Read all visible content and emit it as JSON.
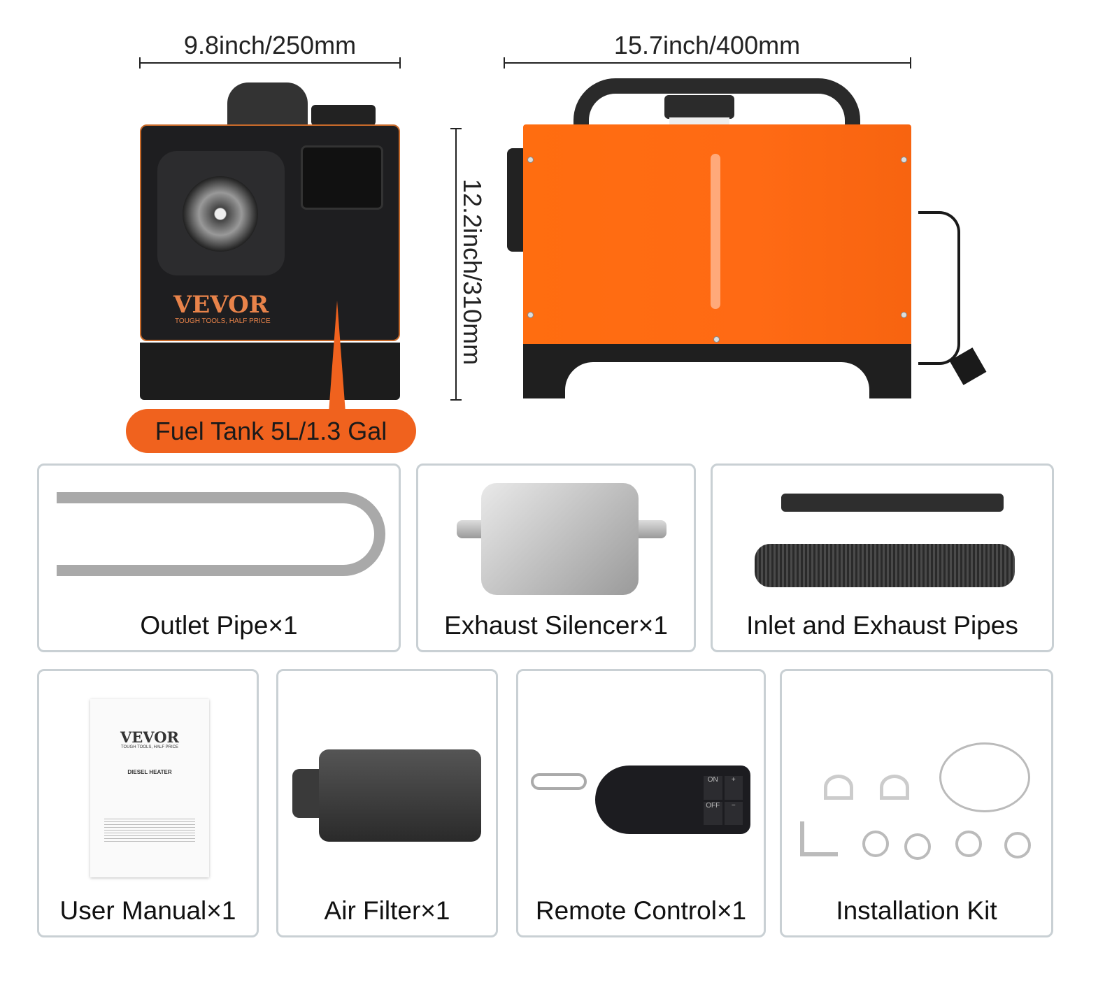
{
  "dimensions": {
    "width_small": "9.8inch/250mm",
    "width_large": "15.7inch/400mm",
    "height": "12.2inch/310mm"
  },
  "heater": {
    "brand": "VEVOR",
    "tagline": "TOUGH TOOLS, HALF PRICE",
    "fuel_tank_label": "Fuel Tank 5L/1.3 Gal",
    "accent_color": "#f0621e",
    "body_color": "#ff6a14"
  },
  "accessories": [
    {
      "label": "Outlet Pipe×1"
    },
    {
      "label": "Exhaust Silencer×1"
    },
    {
      "label": "Inlet and Exhaust Pipes"
    },
    {
      "label": "User Manual×1"
    },
    {
      "label": "Air Filter×1"
    },
    {
      "label": "Remote Control×1"
    },
    {
      "label": "Installation Kit"
    }
  ],
  "manual": {
    "brand": "VEVOR",
    "tagline": "TOUGH TOOLS, HALF PRICE",
    "title": "DIESEL HEATER"
  },
  "remote": {
    "buttons": [
      "ON",
      "+",
      "OFF",
      "−"
    ]
  }
}
